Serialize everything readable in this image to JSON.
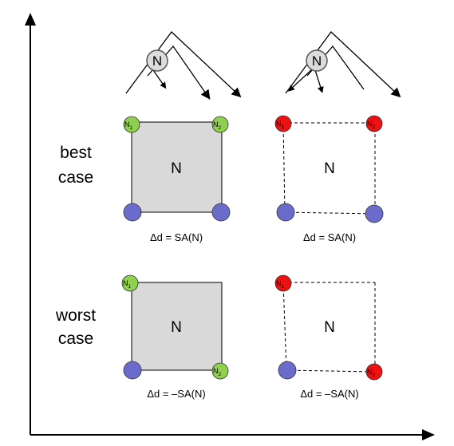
{
  "row_labels": {
    "best_line1": "best",
    "best_line2": "case",
    "worst_line1": "worst",
    "worst_line2": "case"
  },
  "tree_node_label": "N",
  "box_label": "N",
  "vertex_labels": {
    "n1_main": "N",
    "n1_sub": "1",
    "n2_main": "N",
    "n2_sub": "2"
  },
  "formulas": {
    "best_left": "Δd = SA(N)",
    "best_right": "Δd = SA(N)",
    "worst_left": "Δd = –SA(N)",
    "worst_right": "Δd = –SA(N)"
  },
  "colors": {
    "green_vertex": "#8fd14f",
    "red_vertex": "#ee1111",
    "blue_vertex": "#6b6bcc",
    "box_fill": "#d9d9d9",
    "tree_node_fill": "#dcdcdc"
  }
}
